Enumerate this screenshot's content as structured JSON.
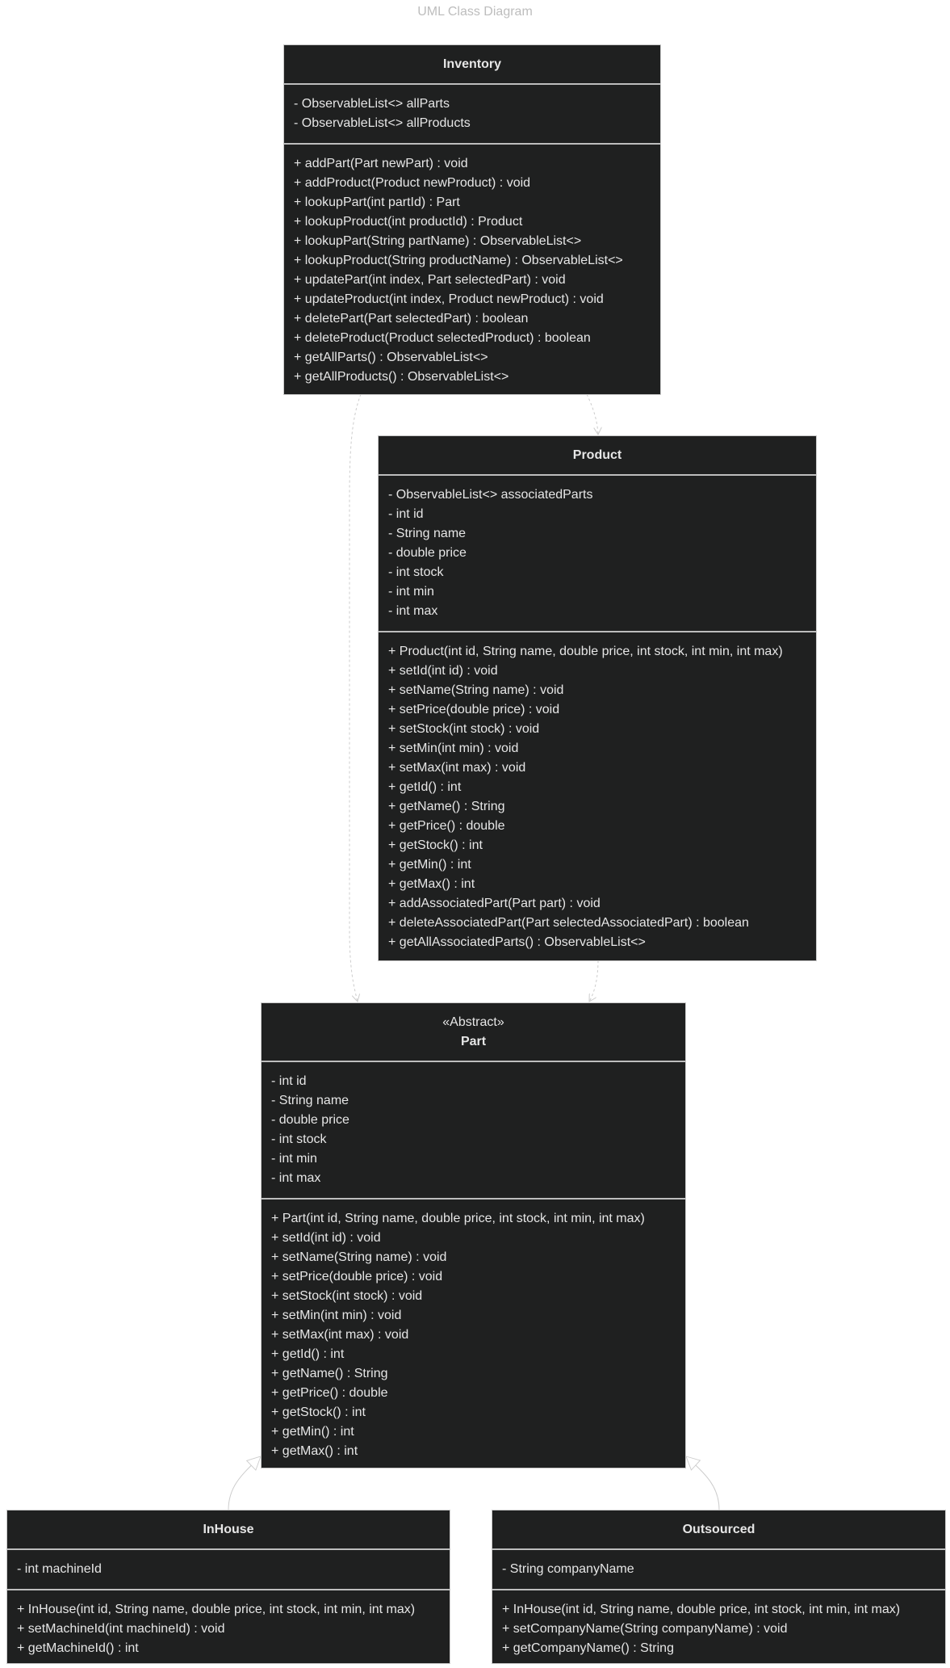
{
  "title": "UML Class Diagram",
  "classes": {
    "inventory": {
      "name": "Inventory",
      "attributes": [
        "- ObservableList<> allParts",
        "- ObservableList<> allProducts"
      ],
      "methods": [
        "+ addPart(Part newPart) : void",
        "+ addProduct(Product newProduct) : void",
        "+ lookupPart(int partId) : Part",
        "+ lookupProduct(int productId) : Product",
        "+ lookupPart(String partName) : ObservableList<>",
        "+ lookupProduct(String productName) : ObservableList<>",
        "+ updatePart(int index, Part selectedPart) : void",
        "+ updateProduct(int index, Product newProduct) : void",
        "+ deletePart(Part selectedPart) : boolean",
        "+ deleteProduct(Product selectedProduct) : boolean",
        "+ getAllParts() : ObservableList<>",
        "+ getAllProducts() : ObservableList<>"
      ]
    },
    "product": {
      "name": "Product",
      "attributes": [
        "- ObservableList<> associatedParts",
        "- int id",
        "- String name",
        "- double price",
        "- int stock",
        "- int min",
        "- int max"
      ],
      "methods": [
        "+ Product(int id, String name, double price, int stock, int min, int max)",
        "+ setId(int id) : void",
        "+ setName(String name) : void",
        "+ setPrice(double price) : void",
        "+ setStock(int stock) : void",
        "+ setMin(int min) : void",
        "+ setMax(int max) : void",
        "+ getId() : int",
        "+ getName() : String",
        "+ getPrice() : double",
        "+ getStock() : int",
        "+ getMin() : int",
        "+ getMax() : int",
        "+ addAssociatedPart(Part part) : void",
        "+ deleteAssociatedPart(Part selectedAssociatedPart) : boolean",
        "+ getAllAssociatedParts() : ObservableList<>"
      ]
    },
    "part": {
      "stereotype": "«Abstract»",
      "name": "Part",
      "attributes": [
        "- int id",
        "- String name",
        "- double price",
        "- int stock",
        "- int min",
        "- int max"
      ],
      "methods": [
        "+ Part(int id, String name, double price, int stock, int min, int max)",
        "+ setId(int id) : void",
        "+ setName(String name) : void",
        "+ setPrice(double price) : void",
        "+ setStock(int stock) : void",
        "+ setMin(int min) : void",
        "+ setMax(int max) : void",
        "+ getId() : int",
        "+ getName() : String",
        "+ getPrice() : double",
        "+ getStock() : int",
        "+ getMin() : int",
        "+ getMax() : int"
      ]
    },
    "inhouse": {
      "name": "InHouse",
      "attributes": [
        "- int machineId"
      ],
      "methods": [
        "+ InHouse(int id, String name, double price, int stock, int min, int max)",
        "+ setMachineId(int machineId) : void",
        "+ getMachineId() : int"
      ]
    },
    "outsourced": {
      "name": "Outsourced",
      "attributes": [
        "- String companyName"
      ],
      "methods": [
        "+ InHouse(int id, String name, double price, int stock, int min, int max)",
        "+ setCompanyName(String companyName) : void",
        "+ getCompanyName() : String"
      ]
    }
  },
  "colors": {
    "box": "#1f2020",
    "border": "#c8c8c8",
    "text": "#e6e6e6",
    "edge": "#cccccc"
  }
}
